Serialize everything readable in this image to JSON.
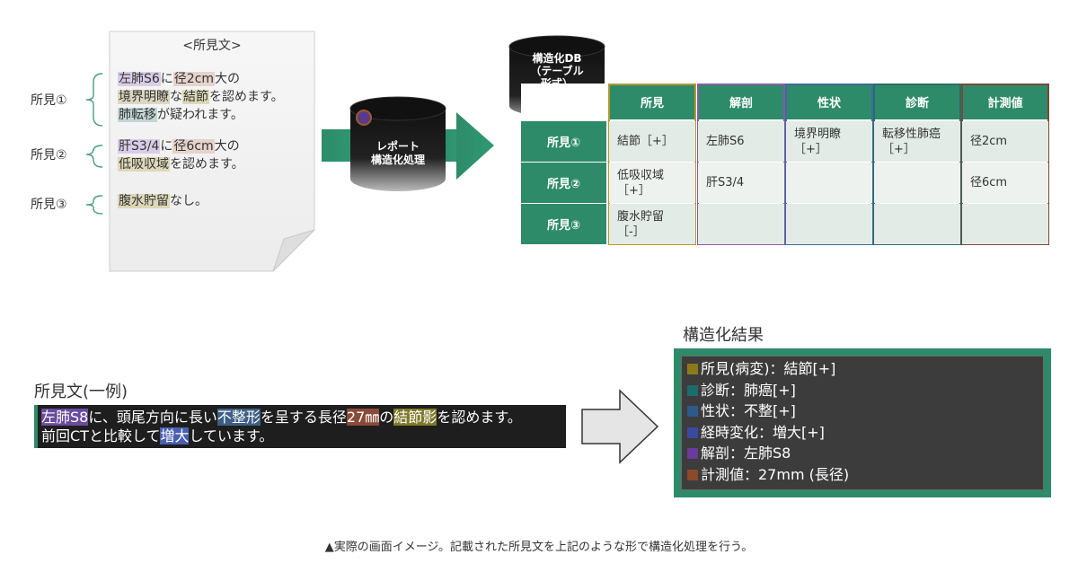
{
  "document": {
    "title": "<所見文>",
    "lines": [
      [
        {
          "t": "左肺S6",
          "h": "purple"
        },
        {
          "t": "に"
        },
        {
          "t": "径2cm",
          "h": "brown"
        },
        {
          "t": "大の"
        }
      ],
      [
        {
          "t": "境界明瞭",
          "h": "tan"
        },
        {
          "t": "な"
        },
        {
          "t": "結節",
          "h": "olive"
        },
        {
          "t": "を認めます。"
        }
      ],
      [
        {
          "t": "肺転移",
          "h": "teal"
        },
        {
          "t": "が疑われます。"
        }
      ],
      [
        {
          "t": "肝S3/4",
          "h": "purple"
        },
        {
          "t": "に"
        },
        {
          "t": "径6cm",
          "h": "brown"
        },
        {
          "t": "大の"
        }
      ],
      [
        {
          "t": "低吸収域",
          "h": "olive"
        },
        {
          "t": "を認めます。"
        }
      ],
      [
        {
          "t": "腹水貯留",
          "h": "olive"
        },
        {
          "t": "なし。"
        }
      ]
    ]
  },
  "findings_labels": [
    "所見①",
    "所見②",
    "所見③"
  ],
  "process": {
    "label": "レポート\n構造化処理"
  },
  "db": {
    "label": "構造化DB\n（テーブル\n形式）"
  },
  "table": {
    "headers": [
      "所見",
      "解剖",
      "性状",
      "診断",
      "計測値"
    ],
    "header_colors": [
      "#b59a2a",
      "#8a5aa8",
      "#3d6d9c",
      "#2c6b6b",
      "#7a4a3a"
    ],
    "row_labels": [
      "所見①",
      "所見②",
      "所見③"
    ],
    "rows": [
      [
        "結節［+］",
        "左肺S6",
        "境界明瞭\n［+］",
        "転移性肺癌\n［+］",
        "径2cm"
      ],
      [
        "低吸収域\n［+］",
        "肝S3/4",
        "",
        "",
        "径6cm"
      ],
      [
        "腹水貯留\n［-］",
        "",
        "",
        "",
        ""
      ]
    ]
  },
  "example": {
    "title": "所見文(一例)",
    "line1": [
      {
        "t": "左肺S8",
        "h": "purple"
      },
      {
        "t": "に、頭尾方向に長い"
      },
      {
        "t": "不整形",
        "h": "blue"
      },
      {
        "t": "を呈する長径"
      },
      {
        "t": "27㎜",
        "h": "brown"
      },
      {
        "t": "の"
      },
      {
        "t": "結節影",
        "h": "olive"
      },
      {
        "t": "を認めます。"
      }
    ],
    "line2": [
      {
        "t": "前回CTと比較して"
      },
      {
        "t": "増大",
        "h": "indigo"
      },
      {
        "t": "しています。"
      }
    ]
  },
  "result": {
    "title": "構造化結果",
    "items": [
      {
        "label": "所見(病変)：結節[+]",
        "color": "#8a7a1a"
      },
      {
        "label": "診断：肺癌[+]",
        "color": "#1e6b6b"
      },
      {
        "label": "性状：不整[+]",
        "color": "#2c5a8a"
      },
      {
        "label": "経時変化：増大[+]",
        "color": "#3a4aa0"
      },
      {
        "label": "解剖：左肺S8",
        "color": "#6a3a9c"
      },
      {
        "label": "計測値：27mm (長径)",
        "color": "#8a4a2a"
      }
    ]
  },
  "caption": "▲実際の画面イメージ。記載された所見文を上記のような形で構造化処理を行う。"
}
